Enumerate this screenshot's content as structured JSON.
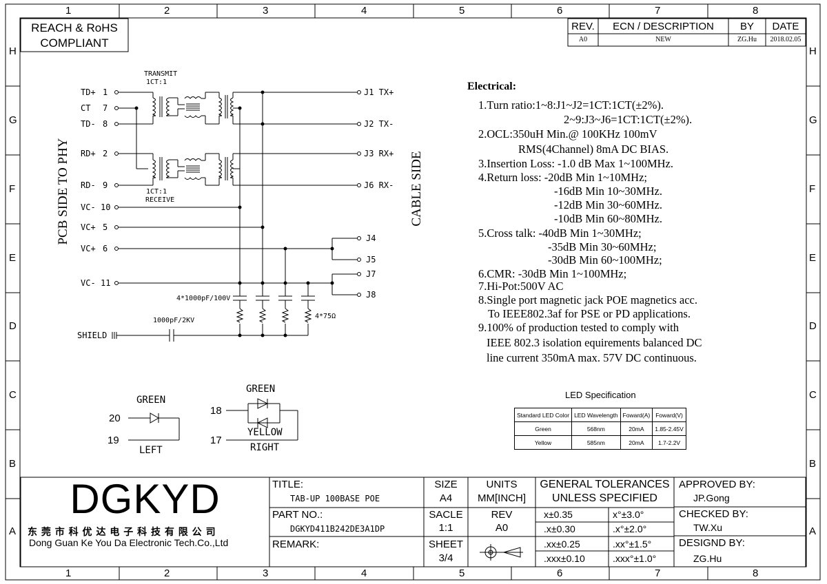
{
  "frame": {
    "cols": [
      "1",
      "2",
      "3",
      "4",
      "5",
      "6",
      "7",
      "8"
    ],
    "rows": [
      "H",
      "G",
      "F",
      "E",
      "D",
      "C",
      "B",
      "A"
    ]
  },
  "compliance": {
    "line1": "REACH & RoHS",
    "line2": "COMPLIANT"
  },
  "revision": {
    "headers": [
      "REV.",
      "ECN / DESCRIPTION",
      "BY",
      "DATE"
    ],
    "row": [
      "A0",
      "NEW",
      "ZG.Hu",
      "2018.02.05"
    ]
  },
  "schematic": {
    "transmit_title": "TRANSMIT",
    "transmit_ratio": "1CT:1",
    "receive_ratio": "1CT:1",
    "receive_title": "RECEIVE",
    "pcb_side": "PCB SIDE TO PHY",
    "cable_side": "CABLE SIDE",
    "left_pins": [
      {
        "name": "TD+",
        "num": "1"
      },
      {
        "name": "CT",
        "num": "7"
      },
      {
        "name": "TD-",
        "num": "8"
      },
      {
        "name": "RD+",
        "num": "2"
      },
      {
        "name": "RD-",
        "num": "9"
      },
      {
        "name": "VC-",
        "num": "10"
      },
      {
        "name": "VC+",
        "num": "5"
      },
      {
        "name": "VC+",
        "num": "6"
      },
      {
        "name": "VC-",
        "num": "11"
      }
    ],
    "right_pins": [
      {
        "label": "J1  TX+"
      },
      {
        "label": "J2  TX-"
      },
      {
        "label": "J3  RX+"
      },
      {
        "label": "J6  RX-"
      },
      {
        "label": "J4"
      },
      {
        "label": "J5"
      },
      {
        "label": "J7"
      },
      {
        "label": "J8"
      }
    ],
    "cap_label": "4*1000pF/100V",
    "res_label": "4*75Ω",
    "shield_cap_label": "1000pF/2KV",
    "shield_label": "SHIELD"
  },
  "leds": {
    "left_color": "GREEN",
    "left_pin_a": "20",
    "left_pin_b": "19",
    "left_name": "LEFT",
    "right_color_top": "GREEN",
    "right_color_bottom": "YELLOW",
    "right_pin_a": "18",
    "right_pin_b": "17",
    "right_name": "RIGHT"
  },
  "electrical": {
    "title": "Electrical:",
    "lines": [
      "1.Turn ratio:1~8:J1~J2=1CT:1CT(±2%).",
      "2~9:J3~J6=1CT:1CT(±2%).",
      "2.OCL:350uH Min.@ 100KHz 100mV",
      "RMS(4Channel) 8mA DC BIAS.",
      "3.Insertion Loss: -1.0 dB Max 1~100MHz.",
      "4.Return loss: -20dB Min 1~10MHz;",
      "-16dB Min 10~30MHz.",
      "-12dB Min 30~60MHz.",
      "-10dB Min 60~80MHz.",
      "5.Cross talk: -40dB Min 1~30MHz;",
      "-35dB Min 30~60MHz;",
      "-30dB Min 60~100MHz;",
      "6.CMR: -30dB Min 1~100MHz;",
      "7.Hi-Pot:500V AC",
      "8.Single port magnetic jack POE magnetics acc.",
      "To IEEE802.3af for  PSE or  PD   applications.",
      "9.100% of production tested to comply with",
      "IEEE 802.3 isolation equirements balanced DC",
      "line current 350mA max. 57V DC continuous."
    ]
  },
  "led_spec": {
    "title": "LED Specification",
    "headers": [
      "Standard LED Color",
      "LED Wavelength",
      "Foward(A)",
      "Foward(V)"
    ],
    "rows": [
      [
        "Green",
        "568nm",
        "20mA",
        "1.85-2.45V"
      ],
      [
        "Yellow",
        "585nm",
        "20mA",
        "1.7-2.2V"
      ]
    ]
  },
  "title_block": {
    "logo": "DGKYD",
    "company_cn": "东 莞 市 科 优 达 电 子 科 技 有 限 公 司",
    "company_en": "Dong Guan Ke You Da Electronic Tech.Co.,Ltd",
    "title_label": "TITLE:",
    "title_value": "TAB-UP 100BASE POE",
    "part_label": "PART NO.:",
    "part_value": "DGKYD411B242DE3A1DP",
    "remark_label": "REMARK:",
    "size_label": "SIZE",
    "size_value": "A4",
    "scale_label": "SACLE",
    "scale_value": "1:1",
    "sheet_label": "SHEET",
    "sheet_value": "3/4",
    "units_label": "UNITS",
    "units_value": "MM[INCH]",
    "rev_label": "REV",
    "rev_value": "A0",
    "tol_title1": "GENERAL TOLERANCES",
    "tol_title2": "UNLESS SPECIFIED",
    "tolerances": [
      [
        "x±0.35",
        "x°±3.0°"
      ],
      [
        ".x±0.30",
        ".x°±2.0°"
      ],
      [
        ".xx±0.25",
        ".xx°±1.5°"
      ],
      [
        ".xxx±0.10",
        ".xxx°±1.0°"
      ]
    ],
    "approved_label": "APPROVED BY:",
    "approved_value": "JP.Gong",
    "checked_label": "CHECKED BY:",
    "checked_value": "TW.Xu",
    "designed_label": "DESIGND BY:",
    "designed_value": "ZG.Hu"
  }
}
